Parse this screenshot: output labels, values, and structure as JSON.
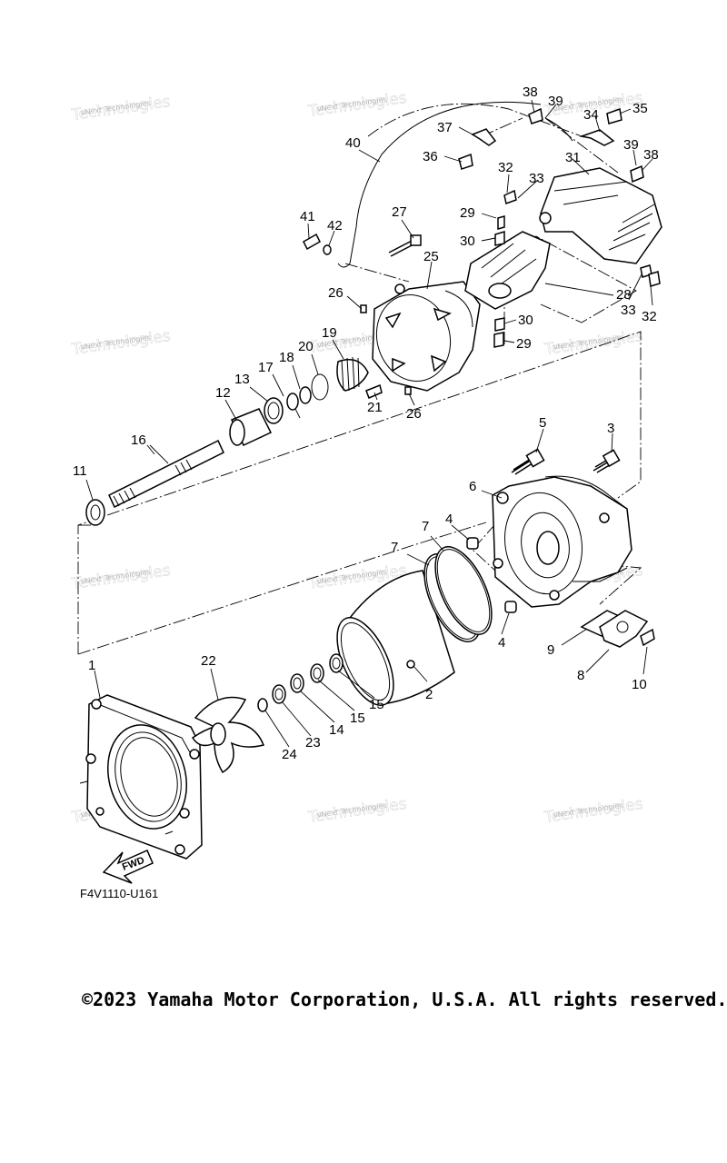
{
  "diagram": {
    "drawing_code": "F4V1110-U161",
    "fwd_label": "FWD",
    "watermark_text": "vNext Technologies",
    "callouts": [
      "1",
      "2",
      "3",
      "4",
      "4",
      "5",
      "6",
      "7",
      "7",
      "8",
      "9",
      "10",
      "11",
      "12",
      "13",
      "14",
      "15",
      "15",
      "16",
      "17",
      "18",
      "19",
      "20",
      "21",
      "22",
      "23",
      "24",
      "25",
      "26",
      "26",
      "27",
      "28",
      "29",
      "29",
      "30",
      "30",
      "31",
      "32",
      "32",
      "33",
      "33",
      "34",
      "35",
      "36",
      "37",
      "38",
      "38",
      "39",
      "39",
      "40",
      "41",
      "42"
    ]
  },
  "footer": {
    "copyright": "©2023 Yamaha Motor Corporation, U.S.A. All rights reserved."
  }
}
